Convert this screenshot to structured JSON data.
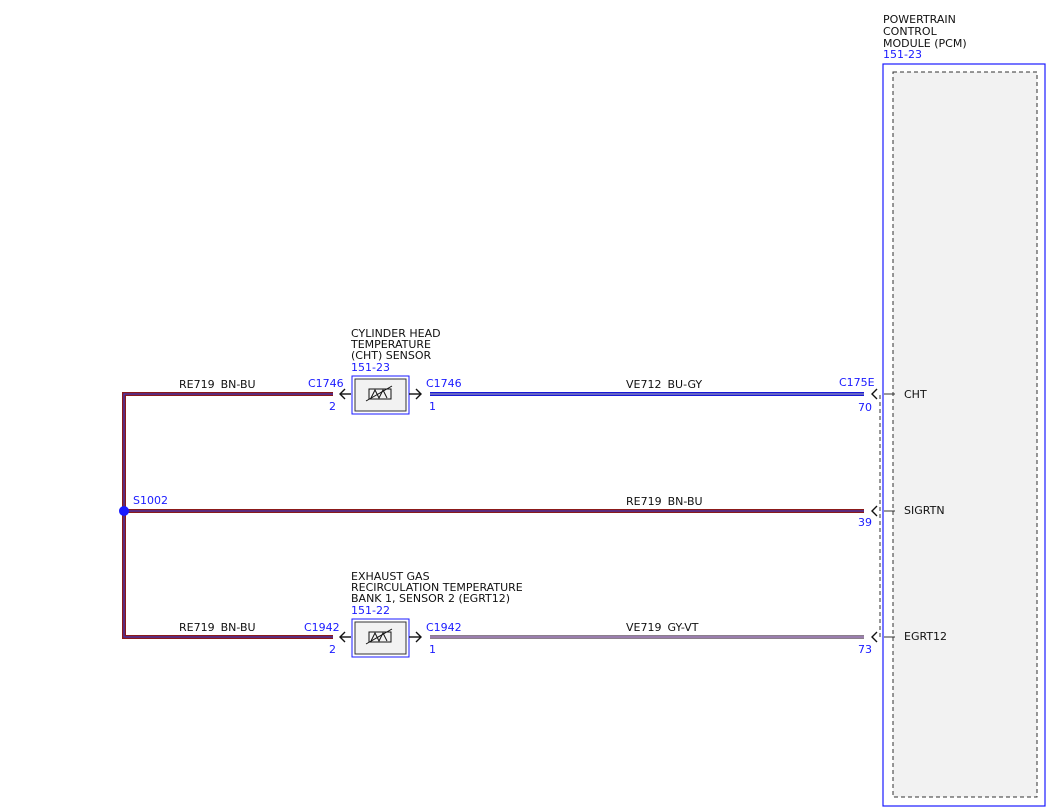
{
  "module": {
    "title_lines": [
      "POWERTRAIN",
      "CONTROL",
      "MODULE (PCM)"
    ],
    "ref": "151-23",
    "pins": [
      {
        "name": "CHT",
        "pin": "70"
      },
      {
        "name": "SIGRTN",
        "pin": "39"
      },
      {
        "name": "EGRT12",
        "pin": "73"
      }
    ],
    "connector": "C175E"
  },
  "splice": {
    "id": "S1002"
  },
  "cht_sensor": {
    "title_lines": [
      "CYLINDER HEAD",
      "TEMPERATURE",
      "(CHT) SENSOR"
    ],
    "ref": "151-23",
    "connector_left": "C1746",
    "pin_left": "2",
    "connector_right": "C1746",
    "pin_right": "1"
  },
  "egrt_sensor": {
    "title_lines": [
      "EXHAUST GAS",
      "RECIRCULATION TEMPERATURE",
      "BANK 1, SENSOR 2 (EGRT12)"
    ],
    "ref": "151-22",
    "connector_left": "C1942",
    "pin_left": "2",
    "connector_right": "C1942",
    "pin_right": "1"
  },
  "wires": {
    "cht_return": {
      "circuit": "RE719",
      "color": "BN-BU"
    },
    "cht_signal": {
      "circuit": "VE712",
      "color": "BU-GY"
    },
    "sigrtn": {
      "circuit": "RE719",
      "color": "BN-BU"
    },
    "egrt_return": {
      "circuit": "RE719",
      "color": "BN-BU"
    },
    "egrt_signal": {
      "circuit": "VE719",
      "color": "GY-VT"
    }
  },
  "colors": {
    "label_blue": "#1a1aff",
    "wire_brown": "#8b1a1a",
    "wire_blue": "#1a1ad6",
    "wire_gray": "#8c7f8c",
    "wire_stripe_blue": "#2c3ce0",
    "wire_stripe_gray": "#b3b3b3",
    "wire_stripe_violet": "#a87ed1"
  }
}
